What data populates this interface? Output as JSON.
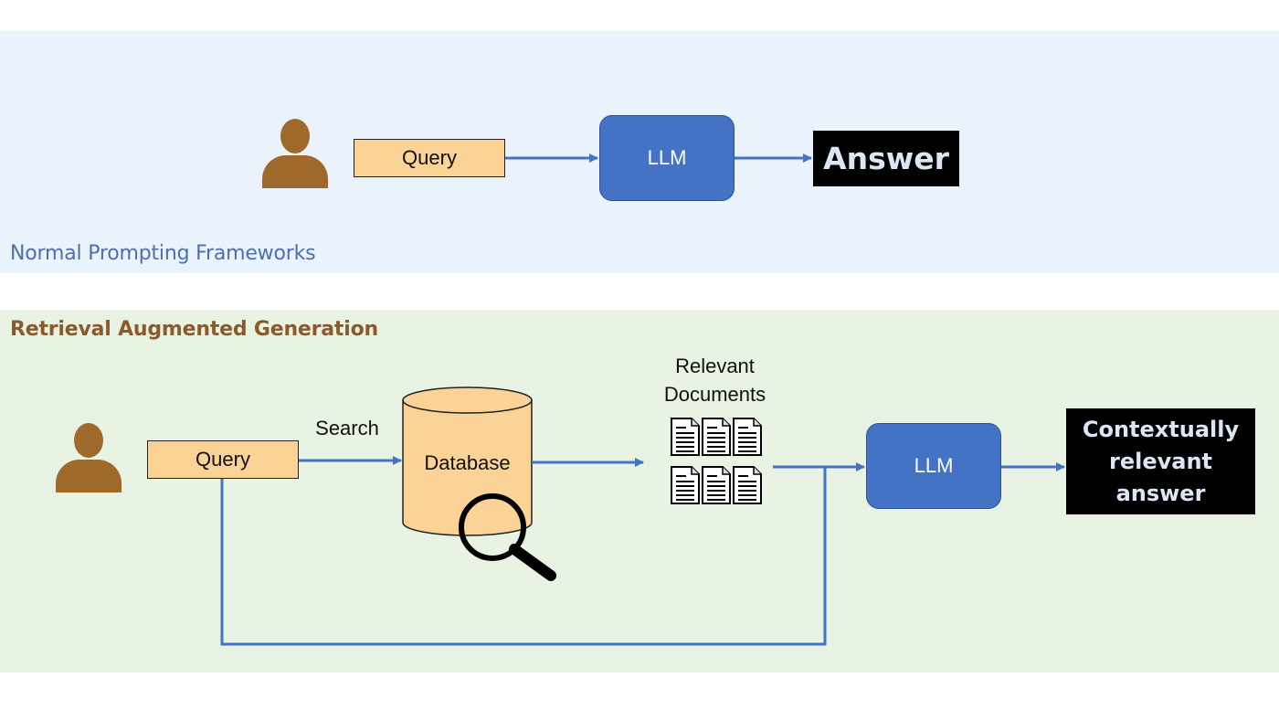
{
  "normal_section": {
    "label": "Normal Prompting Frameworks",
    "query": "Query",
    "llm": "LLM",
    "answer": "Answer"
  },
  "rag_section": {
    "label": "Retrieval Augmented Generation",
    "query": "Query",
    "search": "Search",
    "database": "Database",
    "relevant_documents": "Relevant\nDocuments",
    "llm": "LLM",
    "answer": "Contextually\nrelevant\nanswer"
  },
  "colors": {
    "top_panel": "#eaf3fb",
    "bottom_panel": "#e9f3e3",
    "query_fill": "#fcd397",
    "llm_fill": "#4472c4",
    "arrow": "#4472c4",
    "avatar": "#a0692c"
  },
  "icons": [
    "person-icon",
    "database-icon",
    "magnifier-icon",
    "document-icon"
  ]
}
